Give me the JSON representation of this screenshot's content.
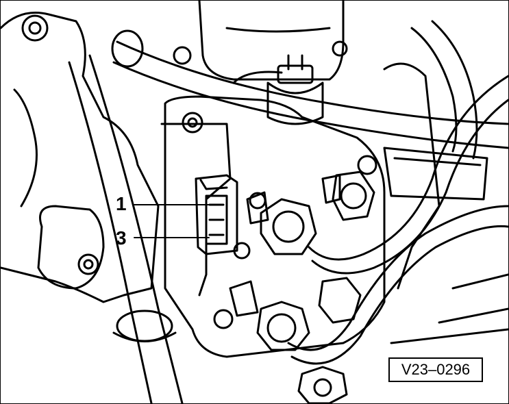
{
  "figure": {
    "callouts": [
      {
        "label": "1"
      },
      {
        "label": "3"
      }
    ],
    "reference": "V23–0296"
  }
}
